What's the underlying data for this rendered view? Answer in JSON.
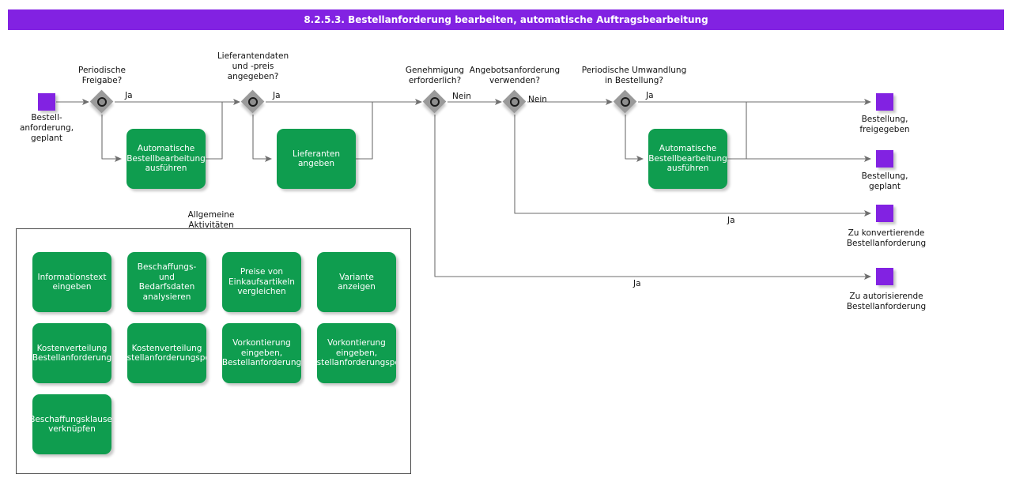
{
  "header": {
    "title": "8.2.5.3. Bestellanforderung bearbeiten, automatische Auftragsbearbeitung",
    "bar_color": "#8222E2"
  },
  "colors": {
    "event": "#8222E2",
    "task": "#0F9D4F",
    "gateway": "#9a9a9a",
    "connector": "#6e6e6e",
    "text": "#111111"
  },
  "start_events": [
    {
      "id": "start-bestellanforderung-geplant",
      "label": "Bestell-\nanforderung,\ngeplant"
    }
  ],
  "end_events": [
    {
      "id": "end-bestellung-freigegeben",
      "label": "Bestellung,\nfreigegeben"
    },
    {
      "id": "end-bestellung-geplant",
      "label": "Bestellung,\ngeplant"
    },
    {
      "id": "end-zu-konvertierende-bestellanforderung",
      "label": "Zu konvertierende\nBestellanforderung"
    },
    {
      "id": "end-zu-autorisierende-bestellanforderung",
      "label": "Zu autorisierende\nBestellanforderung"
    }
  ],
  "gateways": [
    {
      "id": "gw-periodische-freigabe",
      "label": "Periodische\nFreigabe?"
    },
    {
      "id": "gw-lieferantendaten",
      "label": "Lieferantendaten\nund -preis\nangegeben?"
    },
    {
      "id": "gw-genehmigung",
      "label": "Genehmigung\nerforderlich?"
    },
    {
      "id": "gw-angebotsanforderung",
      "label": "Angebotsanforderung\nverwenden?"
    },
    {
      "id": "gw-periodische-umwandlung",
      "label": "Periodische Umwandlung\nin Bestellung?"
    }
  ],
  "tasks": [
    {
      "id": "task-auto-bestellbearbeitung-1",
      "label": "Automatische\nBestellbearbeitung\nausführen"
    },
    {
      "id": "task-lieferanten-angeben",
      "label": "Lieferanten\nangeben"
    },
    {
      "id": "task-auto-bestellbearbeitung-2",
      "label": "Automatische\nBestellbearbeitung\nausführen"
    }
  ],
  "edge_labels": [
    {
      "id": "edge-label-1",
      "text": "Ja"
    },
    {
      "id": "edge-label-2",
      "text": "Ja"
    },
    {
      "id": "edge-label-3",
      "text": "Nein"
    },
    {
      "id": "edge-label-4",
      "text": "Nein"
    },
    {
      "id": "edge-label-5",
      "text": "Ja"
    },
    {
      "id": "edge-label-6",
      "text": "Ja"
    },
    {
      "id": "edge-label-7",
      "text": "Ja"
    }
  ],
  "subprocess": {
    "title": "Allgemeine\nAktivitäten",
    "activities": [
      {
        "id": "act-informationstext",
        "label": "Informationstext\neingeben"
      },
      {
        "id": "act-beschaffungs-bedarfsdaten",
        "label": "Beschaffungs-\nund\nBedarfsdaten\nanalysieren"
      },
      {
        "id": "act-preise-vergleichen",
        "label": "Preise von\nEinkaufsartikeln\nvergleichen"
      },
      {
        "id": "act-variante-anzeigen",
        "label": "Variante\nanzeigen"
      },
      {
        "id": "act-kostenverteilung-ban",
        "label": "Kostenverteilung\nBestellanforderung"
      },
      {
        "id": "act-kostenverteilung-banpos",
        "label": "Kostenverteilung\nBestellanforderungsposition"
      },
      {
        "id": "act-vorkontierung-ban",
        "label": "Vorkontierung\neingeben,\nBestellanforderung"
      },
      {
        "id": "act-vorkontierung-banpos",
        "label": "Vorkontierung\neingeben,\nBestellanforderungsposition"
      },
      {
        "id": "act-beschaffungsklausel",
        "label": "Beschaffungsklausel\nverknüpfen"
      }
    ]
  }
}
